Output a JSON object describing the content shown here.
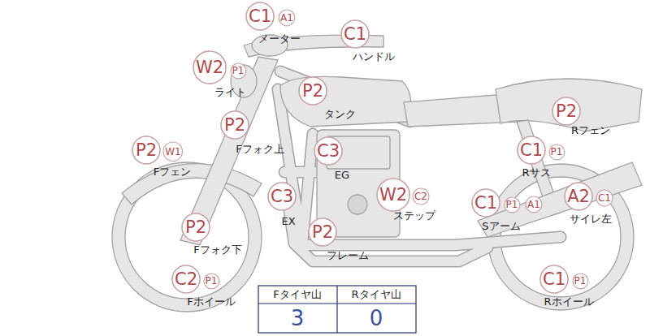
{
  "diagram": {
    "nodes": [
      {
        "text": [
          "C1"
        ]
      },
      {
        "text": [
          "A1"
        ]
      },
      {
        "text": [
          "C1"
        ]
      },
      {
        "text": [
          "W2"
        ]
      },
      {
        "text": [
          "P1"
        ]
      },
      {
        "text": [
          "P2"
        ]
      },
      {
        "text": [
          "P2"
        ]
      },
      {
        "text": [
          "P2"
        ]
      },
      {
        "text": [
          "P2"
        ]
      },
      {
        "text": [
          "W1"
        ]
      },
      {
        "text": [
          "C3"
        ]
      },
      {
        "text": [
          "C1"
        ]
      },
      {
        "text": [
          "P1"
        ]
      },
      {
        "text": [
          "C3"
        ]
      },
      {
        "text": [
          "W2"
        ]
      },
      {
        "text": [
          "C2"
        ]
      },
      {
        "text": [
          "C1"
        ]
      },
      {
        "text": [
          "P1"
        ]
      },
      {
        "text": [
          "A1"
        ]
      },
      {
        "text": [
          "A2"
        ]
      },
      {
        "text": [
          "C1"
        ]
      },
      {
        "text": [
          "P2"
        ]
      },
      {
        "text": [
          "P2"
        ]
      },
      {
        "text": [
          "C2"
        ]
      },
      {
        "text": [
          "P1"
        ]
      },
      {
        "text": [
          "C1"
        ]
      },
      {
        "text": [
          "P1"
        ]
      }
    ],
    "labels": [
      "メーター",
      "ハンドル",
      "ライト",
      "タンク",
      "Rフェン",
      "Fフォク上",
      "Fフェン",
      "Rサス",
      "EG",
      "EX",
      "ステップ",
      "Sアーム",
      "サイレ左",
      "Fフォク下",
      "フレーム",
      "Fホイール",
      "Rホイール",
      "Fタイヤ山",
      "Rタイヤ山",
      "3",
      "0"
    ]
  }
}
